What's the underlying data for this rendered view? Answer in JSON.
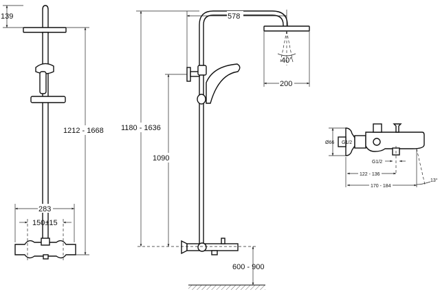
{
  "left_view": {
    "dim_top_height": "139",
    "dim_total_height": "1212 - 1668",
    "dim_width": "283",
    "dim_centers": "150±15"
  },
  "middle_view": {
    "dim_arm_reach": "578",
    "dim_spray_angle": "40°",
    "dim_head_width": "200",
    "dim_total_height": "1180 - 1636",
    "dim_valve_height": "1090",
    "dim_floor_height": "600 - 900"
  },
  "side_view": {
    "dim_flange_diameter": "Ø66",
    "dim_thread_inlet": "G1/2",
    "dim_thread_outlet": "G1/2",
    "dim_depth_min": "122 - 136",
    "dim_depth_max": "170 - 184",
    "dim_spout_angle": "13°"
  }
}
